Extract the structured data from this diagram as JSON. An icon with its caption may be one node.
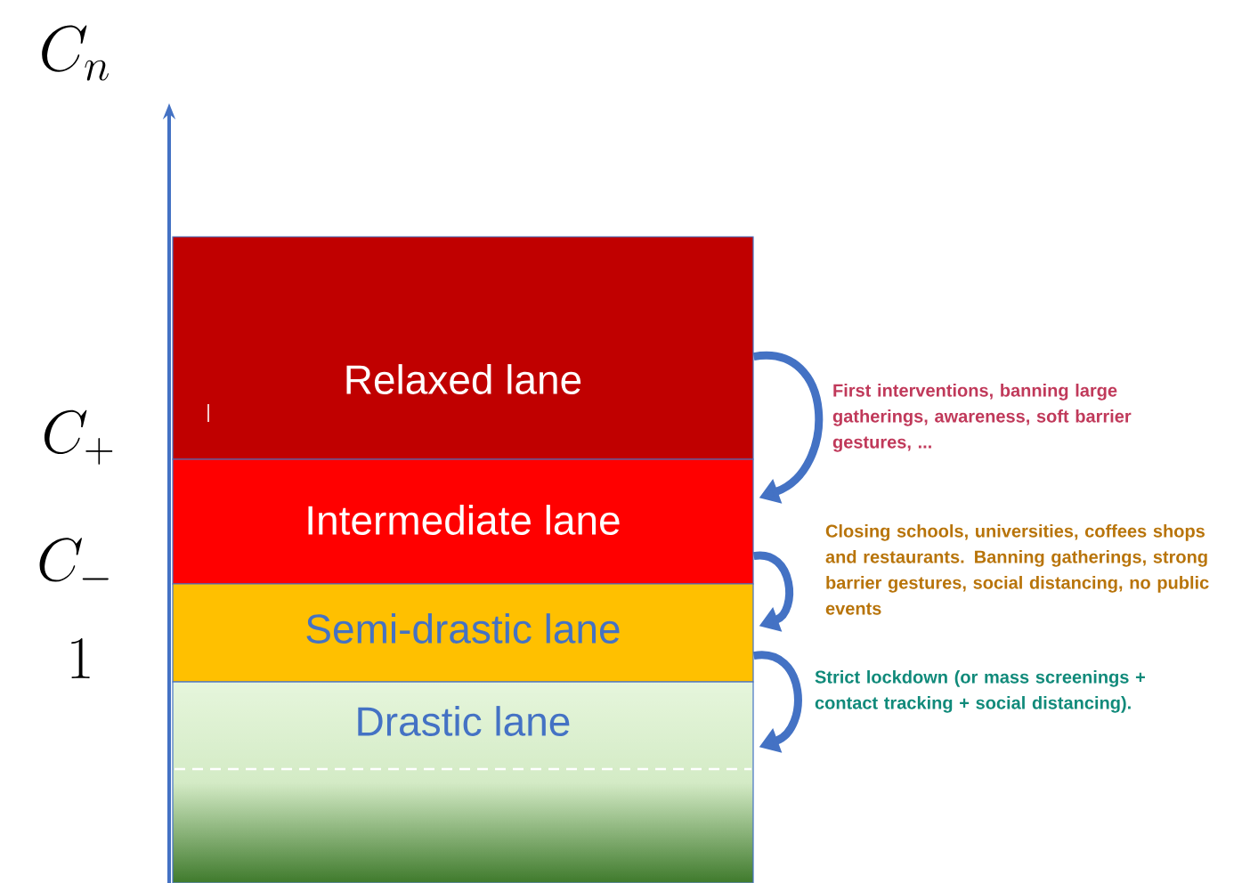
{
  "diagram": {
    "nodes": [
      {
        "text": [
          "Relaxed lane"
        ]
      },
      {
        "text": [
          "Intermediate lane"
        ]
      },
      {
        "text": [
          "Semi-drastic lane"
        ]
      },
      {
        "text": [
          "Drastic lane"
        ]
      }
    ],
    "edges": [
      {
        "from": 0,
        "to": 1,
        "arrow": "to",
        "label": "First interventions, banning large gatherings, awareness, soft barrier gestures, ..."
      },
      {
        "from": 1,
        "to": 2,
        "arrow": "to",
        "label": "Closing schools, universities, coffees shops and restaurants. Banning gatherings, strong barrier gestures, social distancing, no public events"
      },
      {
        "from": 2,
        "to": 3,
        "arrow": "to",
        "label": "Strict lockdown (or mass screenings +  contact tracking + social distancing)."
      }
    ],
    "labels": [
      "C_n",
      "C_+",
      "C_-",
      "1"
    ]
  }
}
